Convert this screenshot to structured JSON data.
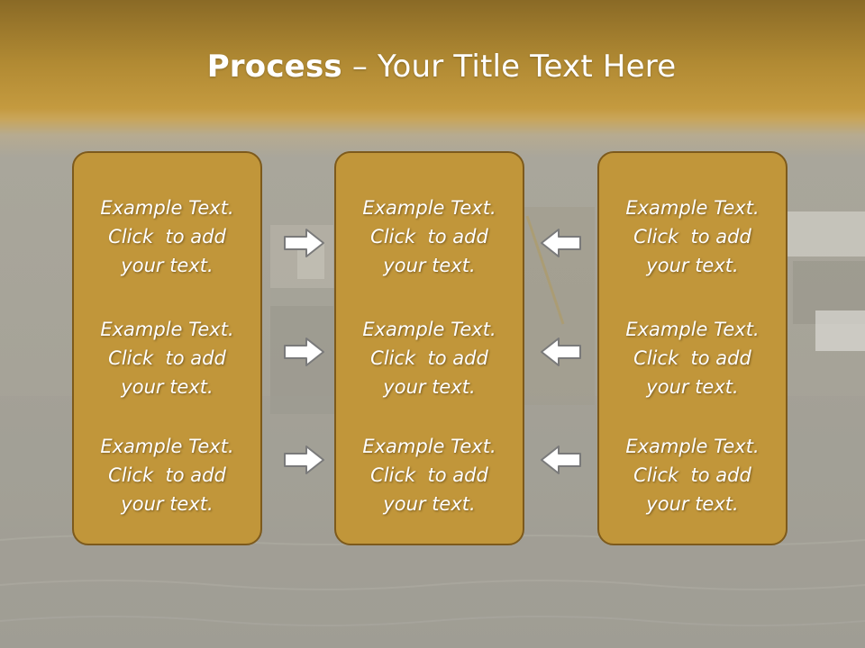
{
  "slide": {
    "title_bold": "Process",
    "title_rest": " – Your Title Text Here"
  },
  "columns": [
    {
      "items": [
        {
          "line1": "Example Text.",
          "line2": "Click  to add",
          "line3": "your text."
        },
        {
          "line1": "Example Text.",
          "line2": "Click  to add",
          "line3": "your text."
        },
        {
          "line1": "Example Text.",
          "line2": "Click  to add",
          "line3": "your text."
        }
      ]
    },
    {
      "items": [
        {
          "line1": "Example Text.",
          "line2": "Click  to add",
          "line3": "your text."
        },
        {
          "line1": "Example Text.",
          "line2": "Click  to add",
          "line3": "your text."
        },
        {
          "line1": "Example Text.",
          "line2": "Click  to add",
          "line3": "your text."
        }
      ]
    },
    {
      "items": [
        {
          "line1": "Example Text.",
          "line2": "Click  to add",
          "line3": "your text."
        },
        {
          "line1": "Example Text.",
          "line2": "Click  to add",
          "line3": "your text."
        },
        {
          "line1": "Example Text.",
          "line2": "Click  to add",
          "line3": "your text."
        }
      ]
    }
  ],
  "arrows": {
    "left_group": "right-arrow-icon",
    "right_group": "left-arrow-icon"
  },
  "colors": {
    "header_gold": "#b18a33",
    "box_fill": "#c1963a",
    "box_border": "#7d5a1c",
    "text": "#ffffff"
  }
}
